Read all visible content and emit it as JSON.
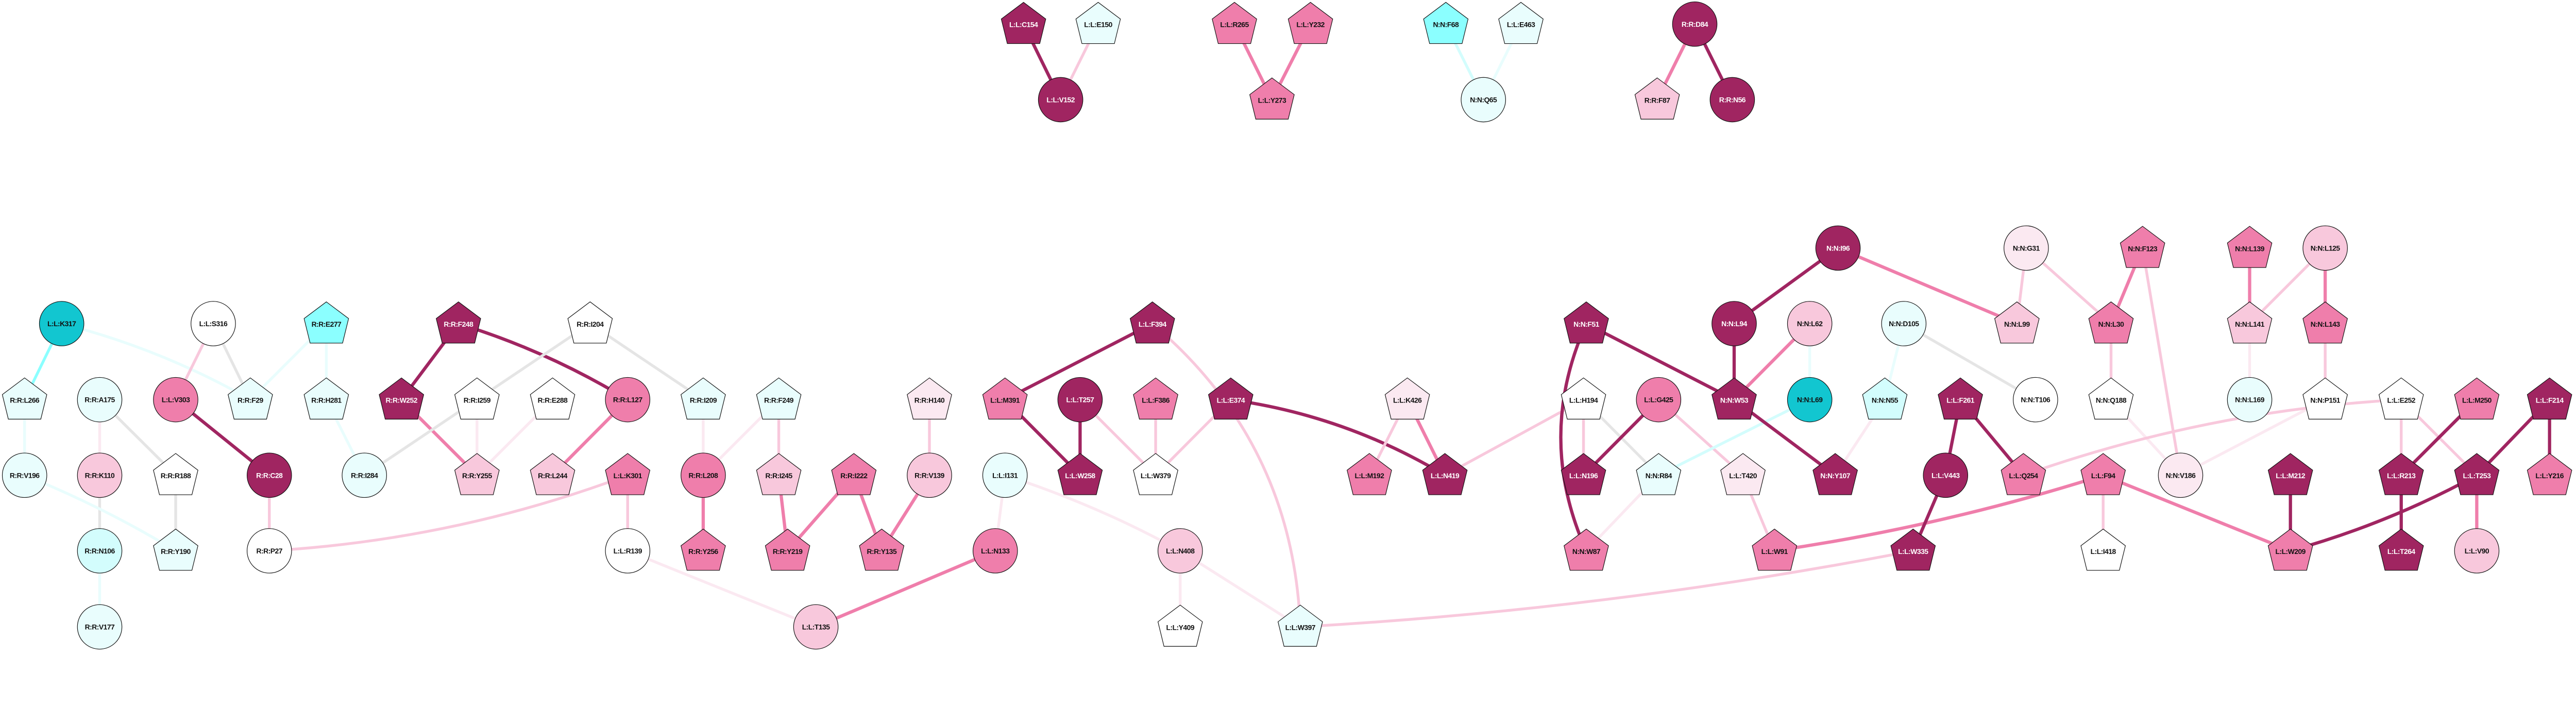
{
  "palette": {
    "dark": "#a02561",
    "pink": "#ef7eab",
    "lightpink": "#f8c8dc",
    "verylight": "#fbe9f1",
    "white": "#ffffff",
    "lightcyan": "#e9fdfd",
    "cyan": "#d3fdfd",
    "brightcyan": "#8bffff",
    "teal": "#12c6d0",
    "gray": "#e5e5e5"
  },
  "dark_text_fills": [
    "dark"
  ],
  "nodes": [
    {
      "label": "L:L:C154",
      "shape": "pentagon",
      "fill": "dark"
    },
    {
      "label": "L:L:E150",
      "shape": "pentagon",
      "fill": "lightcyan"
    },
    {
      "label": "L:L:V152",
      "shape": "circle",
      "fill": "dark"
    },
    {
      "label": "L:L:R265",
      "shape": "pentagon",
      "fill": "pink"
    },
    {
      "label": "L:L:Y232",
      "shape": "pentagon",
      "fill": "pink"
    },
    {
      "label": "L:L:Y273",
      "shape": "pentagon",
      "fill": "pink"
    },
    {
      "label": "N:N:F68",
      "shape": "pentagon",
      "fill": "brightcyan"
    },
    {
      "label": "L:L:E463",
      "shape": "pentagon",
      "fill": "lightcyan"
    },
    {
      "label": "N:N:Q65",
      "shape": "circle",
      "fill": "lightcyan"
    },
    {
      "label": "R:R:D84",
      "shape": "circle",
      "fill": "dark"
    },
    {
      "label": "R:R:F87",
      "shape": "pentagon",
      "fill": "lightpink"
    },
    {
      "label": "R:R:N56",
      "shape": "circle",
      "fill": "dark"
    },
    {
      "label": "L:L:K317",
      "shape": "circle",
      "fill": "teal"
    },
    {
      "label": "L:L:S316",
      "shape": "circle",
      "fill": "white"
    },
    {
      "label": "R:R:E277",
      "shape": "pentagon",
      "fill": "brightcyan"
    },
    {
      "label": "R:R:F248",
      "shape": "pentagon",
      "fill": "dark"
    },
    {
      "label": "R:R:L266",
      "shape": "pentagon",
      "fill": "lightcyan"
    },
    {
      "label": "R:R:A175",
      "shape": "circle",
      "fill": "lightcyan"
    },
    {
      "label": "L:L:V303",
      "shape": "circle",
      "fill": "pink"
    },
    {
      "label": "R:R:F29",
      "shape": "pentagon",
      "fill": "lightcyan"
    },
    {
      "label": "R:R:H281",
      "shape": "pentagon",
      "fill": "lightcyan"
    },
    {
      "label": "R:R:W252",
      "shape": "pentagon",
      "fill": "dark"
    },
    {
      "label": "R:R:I259",
      "shape": "pentagon",
      "fill": "white"
    },
    {
      "label": "R:R:V196",
      "shape": "circle",
      "fill": "lightcyan"
    },
    {
      "label": "R:R:K110",
      "shape": "circle",
      "fill": "lightpink"
    },
    {
      "label": "R:R:R188",
      "shape": "pentagon",
      "fill": "white"
    },
    {
      "label": "R:R:C28",
      "shape": "circle",
      "fill": "dark"
    },
    {
      "label": "R:R:I284",
      "shape": "circle",
      "fill": "lightcyan"
    },
    {
      "label": "R:R:Y255",
      "shape": "pentagon",
      "fill": "lightpink"
    },
    {
      "label": "R:R:N106",
      "shape": "circle",
      "fill": "cyan"
    },
    {
      "label": "R:R:Y190",
      "shape": "pentagon",
      "fill": "lightcyan"
    },
    {
      "label": "R:R:P27",
      "shape": "circle",
      "fill": "white"
    },
    {
      "label": "R:R:V177",
      "shape": "circle",
      "fill": "lightcyan"
    },
    {
      "label": "R:R:I204",
      "shape": "pentagon",
      "fill": "white"
    },
    {
      "label": "R:R:E288",
      "shape": "pentagon",
      "fill": "white"
    },
    {
      "label": "R:R:L127",
      "shape": "circle",
      "fill": "pink"
    },
    {
      "label": "R:R:I209",
      "shape": "pentagon",
      "fill": "lightcyan"
    },
    {
      "label": "R:R:F249",
      "shape": "pentagon",
      "fill": "lightcyan"
    },
    {
      "label": "R:R:H140",
      "shape": "pentagon",
      "fill": "verylight"
    },
    {
      "label": "R:R:L244",
      "shape": "pentagon",
      "fill": "lightpink"
    },
    {
      "label": "L:L:K301",
      "shape": "pentagon",
      "fill": "pink"
    },
    {
      "label": "R:R:L208",
      "shape": "circle",
      "fill": "pink"
    },
    {
      "label": "R:R:I245",
      "shape": "pentagon",
      "fill": "lightpink"
    },
    {
      "label": "R:R:I222",
      "shape": "pentagon",
      "fill": "pink"
    },
    {
      "label": "R:R:V139",
      "shape": "circle",
      "fill": "lightpink"
    },
    {
      "label": "L:L:R139",
      "shape": "circle",
      "fill": "white"
    },
    {
      "label": "R:R:Y256",
      "shape": "pentagon",
      "fill": "pink"
    },
    {
      "label": "R:R:Y219",
      "shape": "pentagon",
      "fill": "pink"
    },
    {
      "label": "R:R:Y135",
      "shape": "pentagon",
      "fill": "pink"
    },
    {
      "label": "L:L:T135",
      "shape": "circle",
      "fill": "lightpink"
    },
    {
      "label": "L:L:F394",
      "shape": "pentagon",
      "fill": "dark"
    },
    {
      "label": "L:L:M391",
      "shape": "pentagon",
      "fill": "pink"
    },
    {
      "label": "L:L:T257",
      "shape": "circle",
      "fill": "dark"
    },
    {
      "label": "L:L:F386",
      "shape": "pentagon",
      "fill": "pink"
    },
    {
      "label": "L:L:E374",
      "shape": "pentagon",
      "fill": "dark"
    },
    {
      "label": "L:L:K426",
      "shape": "pentagon",
      "fill": "verylight"
    },
    {
      "label": "L:L:I131",
      "shape": "circle",
      "fill": "lightcyan"
    },
    {
      "label": "L:L:W258",
      "shape": "pentagon",
      "fill": "dark"
    },
    {
      "label": "L:L:W379",
      "shape": "pentagon",
      "fill": "white"
    },
    {
      "label": "L:L:M192",
      "shape": "pentagon",
      "fill": "pink"
    },
    {
      "label": "L:L:N419",
      "shape": "pentagon",
      "fill": "dark"
    },
    {
      "label": "L:L:N133",
      "shape": "circle",
      "fill": "pink"
    },
    {
      "label": "L:L:N408",
      "shape": "circle",
      "fill": "lightpink"
    },
    {
      "label": "L:L:Y409",
      "shape": "pentagon",
      "fill": "white"
    },
    {
      "label": "L:L:W397",
      "shape": "pentagon",
      "fill": "lightcyan"
    },
    {
      "label": "N:N:I96",
      "shape": "circle",
      "fill": "dark"
    },
    {
      "label": "N:N:F51",
      "shape": "pentagon",
      "fill": "dark"
    },
    {
      "label": "N:N:L94",
      "shape": "circle",
      "fill": "dark"
    },
    {
      "label": "N:N:L62",
      "shape": "circle",
      "fill": "lightpink"
    },
    {
      "label": "L:L:H194",
      "shape": "pentagon",
      "fill": "white"
    },
    {
      "label": "L:L:G425",
      "shape": "circle",
      "fill": "pink"
    },
    {
      "label": "N:N:W53",
      "shape": "pentagon",
      "fill": "dark"
    },
    {
      "label": "N:N:L69",
      "shape": "circle",
      "fill": "teal"
    },
    {
      "label": "N:N:N55",
      "shape": "pentagon",
      "fill": "cyan"
    },
    {
      "label": "L:L:N196",
      "shape": "pentagon",
      "fill": "dark"
    },
    {
      "label": "N:N:R84",
      "shape": "pentagon",
      "fill": "lightcyan"
    },
    {
      "label": "L:L:T420",
      "shape": "pentagon",
      "fill": "verylight"
    },
    {
      "label": "N:N:Y107",
      "shape": "pentagon",
      "fill": "dark"
    },
    {
      "label": "N:N:W87",
      "shape": "pentagon",
      "fill": "pink"
    },
    {
      "label": "L:L:W91",
      "shape": "pentagon",
      "fill": "pink"
    },
    {
      "label": "N:N:G31",
      "shape": "circle",
      "fill": "verylight"
    },
    {
      "label": "N:N:F123",
      "shape": "pentagon",
      "fill": "pink"
    },
    {
      "label": "N:N:L139",
      "shape": "pentagon",
      "fill": "pink"
    },
    {
      "label": "N:N:L125",
      "shape": "circle",
      "fill": "lightpink"
    },
    {
      "label": "N:N:D105",
      "shape": "circle",
      "fill": "lightcyan"
    },
    {
      "label": "N:N:L99",
      "shape": "pentagon",
      "fill": "lightpink"
    },
    {
      "label": "N:N:L30",
      "shape": "pentagon",
      "fill": "pink"
    },
    {
      "label": "N:N:L141",
      "shape": "pentagon",
      "fill": "lightpink"
    },
    {
      "label": "N:N:L143",
      "shape": "pentagon",
      "fill": "pink"
    },
    {
      "label": "L:L:F261",
      "shape": "pentagon",
      "fill": "dark"
    },
    {
      "label": "N:N:T106",
      "shape": "circle",
      "fill": "white"
    },
    {
      "label": "N:N:Q188",
      "shape": "pentagon",
      "fill": "white"
    },
    {
      "label": "N:N:L169",
      "shape": "circle",
      "fill": "lightcyan"
    },
    {
      "label": "N:N:P151",
      "shape": "pentagon",
      "fill": "white"
    },
    {
      "label": "L:L:V443",
      "shape": "circle",
      "fill": "dark"
    },
    {
      "label": "L:L:Q254",
      "shape": "pentagon",
      "fill": "pink"
    },
    {
      "label": "L:L:F94",
      "shape": "pentagon",
      "fill": "pink"
    },
    {
      "label": "N:N:V186",
      "shape": "circle",
      "fill": "verylight"
    },
    {
      "label": "L:L:M212",
      "shape": "pentagon",
      "fill": "dark"
    },
    {
      "label": "L:L:W335",
      "shape": "pentagon",
      "fill": "dark"
    },
    {
      "label": "L:L:I418",
      "shape": "pentagon",
      "fill": "white"
    },
    {
      "label": "L:L:W209",
      "shape": "pentagon",
      "fill": "pink"
    },
    {
      "label": "L:L:E252",
      "shape": "pentagon",
      "fill": "white"
    },
    {
      "label": "L:L:M250",
      "shape": "pentagon",
      "fill": "pink"
    },
    {
      "label": "L:L:F214",
      "shape": "pentagon",
      "fill": "dark"
    },
    {
      "label": "L:L:R213",
      "shape": "pentagon",
      "fill": "dark"
    },
    {
      "label": "L:L:T253",
      "shape": "pentagon",
      "fill": "dark"
    },
    {
      "label": "L:L:Y216",
      "shape": "pentagon",
      "fill": "pink"
    },
    {
      "label": "L:L:T264",
      "shape": "pentagon",
      "fill": "dark"
    },
    {
      "label": "L:L:V90",
      "shape": "circle",
      "fill": "lightpink"
    }
  ],
  "edges": [
    [
      "L:L:C154",
      "L:L:V152",
      "dark"
    ],
    [
      "L:L:E150",
      "L:L:V152",
      "lightpink"
    ],
    [
      "L:L:R265",
      "L:L:Y273",
      "pink"
    ],
    [
      "L:L:Y232",
      "L:L:Y273",
      "pink"
    ],
    [
      "N:N:F68",
      "N:N:Q65",
      "cyan"
    ],
    [
      "L:L:E463",
      "N:N:Q65",
      "lightcyan"
    ],
    [
      "R:R:D84",
      "R:R:F87",
      "pink"
    ],
    [
      "R:R:D84",
      "R:R:N56",
      "dark"
    ],
    [
      "L:L:K317",
      "R:R:L266",
      "brightcyan"
    ],
    [
      "L:L:K317",
      "R:R:F29",
      "lightcyan"
    ],
    [
      "L:L:S316",
      "L:L:V303",
      "lightpink"
    ],
    [
      "L:L:S316",
      "R:R:F29",
      "gray"
    ],
    [
      "R:R:E277",
      "R:R:F29",
      "lightcyan"
    ],
    [
      "R:R:E277",
      "R:R:H281",
      "lightcyan"
    ],
    [
      "R:R:F248",
      "R:R:W252",
      "dark"
    ],
    [
      "R:R:F248",
      "R:R:L127",
      "dark"
    ],
    [
      "R:R:L266",
      "R:R:V196",
      "lightcyan"
    ],
    [
      "R:R:A175",
      "R:R:K110",
      "verylight"
    ],
    [
      "R:R:A175",
      "R:R:R188",
      "gray"
    ],
    [
      "L:L:V303",
      "R:R:C28",
      "dark"
    ],
    [
      "R:R:H281",
      "R:R:I284",
      "lightcyan"
    ],
    [
      "R:R:W252",
      "R:R:Y255",
      "pink"
    ],
    [
      "R:R:I259",
      "R:R:Y255",
      "verylight"
    ],
    [
      "R:R:I204",
      "R:R:I284",
      "gray"
    ],
    [
      "R:R:I204",
      "R:R:I209",
      "gray"
    ],
    [
      "R:R:E288",
      "R:R:Y255",
      "verylight"
    ],
    [
      "R:R:K110",
      "R:R:N106",
      "gray"
    ],
    [
      "R:R:V196",
      "R:R:Y190",
      "lightcyan"
    ],
    [
      "R:R:R188",
      "R:R:Y190",
      "gray"
    ],
    [
      "R:R:C28",
      "R:R:P27",
      "lightpink"
    ],
    [
      "R:R:P27",
      "L:L:K301",
      "lightpink"
    ],
    [
      "R:R:N106",
      "R:R:V177",
      "lightcyan"
    ],
    [
      "R:R:L127",
      "R:R:L244",
      "pink"
    ],
    [
      "R:R:I209",
      "R:R:L208",
      "verylight"
    ],
    [
      "R:R:F249",
      "R:R:L208",
      "verylight"
    ],
    [
      "R:R:F249",
      "R:R:I245",
      "lightpink"
    ],
    [
      "R:R:H140",
      "R:R:V139",
      "lightpink"
    ],
    [
      "L:L:K301",
      "L:L:R139",
      "lightpink"
    ],
    [
      "R:R:L208",
      "R:R:Y256",
      "pink"
    ],
    [
      "R:R:I245",
      "R:R:Y219",
      "pink"
    ],
    [
      "R:R:I222",
      "R:R:Y219",
      "pink"
    ],
    [
      "R:R:I222",
      "R:R:Y135",
      "pink"
    ],
    [
      "R:R:V139",
      "R:R:Y135",
      "pink"
    ],
    [
      "L:L:R139",
      "L:L:T135",
      "verylight"
    ],
    [
      "L:L:T135",
      "L:L:N133",
      "pink"
    ],
    [
      "L:L:F394",
      "L:L:M391",
      "dark"
    ],
    [
      "L:L:F394",
      "L:L:W397",
      "lightpink"
    ],
    [
      "L:L:M391",
      "L:L:W258",
      "dark"
    ],
    [
      "L:L:T257",
      "L:L:W258",
      "dark"
    ],
    [
      "L:L:T257",
      "L:L:W379",
      "lightpink"
    ],
    [
      "L:L:F386",
      "L:L:W379",
      "lightpink"
    ],
    [
      "L:L:E374",
      "L:L:W379",
      "lightpink"
    ],
    [
      "L:L:E374",
      "L:L:N419",
      "dark"
    ],
    [
      "L:L:K426",
      "L:L:M192",
      "lightpink"
    ],
    [
      "L:L:K426",
      "L:L:N419",
      "pink"
    ],
    [
      "L:L:I131",
      "L:L:N133",
      "verylight"
    ],
    [
      "L:L:I131",
      "L:L:N408",
      "verylight"
    ],
    [
      "L:L:N408",
      "L:L:Y409",
      "verylight"
    ],
    [
      "L:L:N408",
      "L:L:W397",
      "verylight"
    ],
    [
      "L:L:W397",
      "L:L:W335",
      "lightpink"
    ],
    [
      "L:L:H194",
      "L:L:N419",
      "lightpink"
    ],
    [
      "L:L:H194",
      "L:L:N196",
      "lightpink"
    ],
    [
      "L:L:H194",
      "N:N:R84",
      "gray"
    ],
    [
      "L:L:G425",
      "L:L:N196",
      "dark"
    ],
    [
      "L:L:G425",
      "L:L:T420",
      "lightpink"
    ],
    [
      "N:N:F51",
      "N:N:W53",
      "dark"
    ],
    [
      "N:N:F51",
      "N:N:W87",
      "dark"
    ],
    [
      "N:N:L94",
      "N:N:W53",
      "dark"
    ],
    [
      "N:N:I96",
      "N:N:L94",
      "dark"
    ],
    [
      "N:N:I96",
      "N:N:L99",
      "pink"
    ],
    [
      "N:N:L62",
      "N:N:W53",
      "pink"
    ],
    [
      "N:N:L62",
      "N:N:L69",
      "lightcyan"
    ],
    [
      "N:N:L69",
      "N:N:R84",
      "cyan"
    ],
    [
      "N:N:W53",
      "N:N:Y107",
      "dark"
    ],
    [
      "N:N:N55",
      "N:N:D105",
      "lightcyan"
    ],
    [
      "N:N:N55",
      "N:N:Y107",
      "verylight"
    ],
    [
      "N:N:R84",
      "N:N:W87",
      "verylight"
    ],
    [
      "L:L:T420",
      "L:L:W91",
      "lightpink"
    ],
    [
      "L:L:W91",
      "L:L:F94",
      "pink"
    ],
    [
      "N:N:G31",
      "N:N:L99",
      "lightpink"
    ],
    [
      "N:N:G31",
      "N:N:L30",
      "lightpink"
    ],
    [
      "N:N:F123",
      "N:N:L30",
      "pink"
    ],
    [
      "N:N:F123",
      "N:N:V186",
      "lightpink"
    ],
    [
      "N:N:L139",
      "N:N:L141",
      "pink"
    ],
    [
      "N:N:L125",
      "N:N:L141",
      "lightpink"
    ],
    [
      "N:N:L125",
      "N:N:L143",
      "pink"
    ],
    [
      "N:N:D105",
      "N:N:T106",
      "gray"
    ],
    [
      "N:N:L141",
      "N:N:L169",
      "verylight"
    ],
    [
      "N:N:L143",
      "N:N:P151",
      "lightpink"
    ],
    [
      "N:N:L30",
      "N:N:Q188",
      "lightpink"
    ],
    [
      "N:N:Q188",
      "N:N:V186",
      "verylight"
    ],
    [
      "N:N:P151",
      "N:N:V186",
      "verylight"
    ],
    [
      "L:L:F261",
      "L:L:V443",
      "dark"
    ],
    [
      "L:L:F261",
      "L:L:Q254",
      "dark"
    ],
    [
      "L:L:Q254",
      "L:L:E252",
      "lightpink"
    ],
    [
      "L:L:V443",
      "L:L:W335",
      "dark"
    ],
    [
      "L:L:F94",
      "L:L:I418",
      "lightpink"
    ],
    [
      "L:L:F94",
      "L:L:W209",
      "pink"
    ],
    [
      "L:L:M212",
      "L:L:W209",
      "dark"
    ],
    [
      "L:L:W209",
      "L:L:T253",
      "dark"
    ],
    [
      "L:L:E252",
      "L:L:R213",
      "lightpink"
    ],
    [
      "L:L:E252",
      "L:L:T253",
      "lightpink"
    ],
    [
      "L:L:M250",
      "L:L:R213",
      "dark"
    ],
    [
      "L:L:F214",
      "L:L:T253",
      "dark"
    ],
    [
      "L:L:F214",
      "L:L:Y216",
      "dark"
    ],
    [
      "L:L:R213",
      "L:L:T264",
      "dark"
    ],
    [
      "L:L:T253",
      "L:L:V90",
      "pink"
    ]
  ]
}
